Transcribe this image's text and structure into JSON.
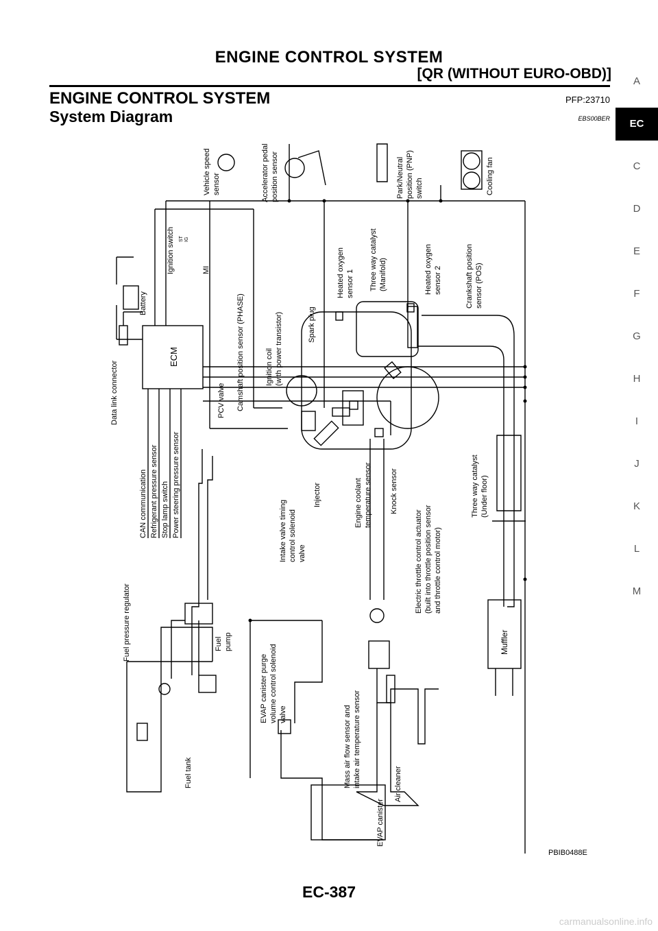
{
  "header": {
    "title": "ENGINE CONTROL SYSTEM",
    "subtitle": "[QR (WITHOUT EURO-OBD)]"
  },
  "section": {
    "title": "ENGINE CONTROL SYSTEM",
    "pfp": "PFP:23710",
    "subtitle": "System Diagram",
    "code": "EBS00BER"
  },
  "side_index": [
    "A",
    "EC",
    "C",
    "D",
    "E",
    "F",
    "G",
    "H",
    "I",
    "J",
    "K",
    "L",
    "M"
  ],
  "diagram": {
    "labels": {
      "vehicle_speed_sensor": [
        "Vehicle speed",
        "sensor"
      ],
      "accelerator_pedal": [
        "Accelerator pedal",
        "position sensor"
      ],
      "park_neutral": [
        "Park/Neutral",
        "position (PNP)",
        "switch"
      ],
      "cooling_fan": "Cooling fan",
      "ignition_switch": "Ignition switch",
      "ignition_st": "ST",
      "ignition_ig": "IG",
      "mi": "MI",
      "battery": "Battery",
      "data_link": "Data link connector",
      "ecm": "ECM",
      "heated_o2_1": [
        "Heated oxygen",
        "sensor 1"
      ],
      "three_way_manifold": [
        "Three way catalyst",
        "(Manifold)"
      ],
      "heated_o2_2": [
        "Heated oxygen",
        "sensor 2"
      ],
      "crankshaft_pos": [
        "Crankshaft position",
        "sensor (POS)"
      ],
      "camshaft_pos": "Camshaft position sensor (PHASE)",
      "ignition_coil": [
        "Ignition coil",
        "(with power transistor)"
      ],
      "spark_plug": "Spark plug",
      "pcv_valve": "PCV valve",
      "can": "CAN communication",
      "refrigerant": "Refrigerant pressure sensor",
      "stop_lamp": "Stop lamp switch",
      "power_steering": "Power steering pressure sensor",
      "intake_valve_timing": [
        "Intake valve timing",
        "control solenoid",
        "valve"
      ],
      "injector": "Injector",
      "engine_coolant": [
        "Engine coolant",
        "temperature sensor"
      ],
      "knock_sensor": "Knock sensor",
      "electric_throttle": [
        "Electric throttle control actuator",
        "(built into throttle position sensor",
        "and throttle control motor)"
      ],
      "three_way_underfloor": [
        "Three way catalyst",
        "(Under floor)"
      ],
      "muffler": "Muffler",
      "fuel_pressure_reg": "Fuel pressure regulator",
      "fuel_pump": [
        "Fuel",
        "pump"
      ],
      "evap_purge": [
        "EVAP canister purge",
        "volume control solenoid",
        "valve"
      ],
      "fuel_tank": "Fuel tank",
      "mass_air_flow": [
        "Mass air flow sensor and",
        "intake air temperature sensor"
      ],
      "air_cleaner": "Air cleaner",
      "evap_canister": "EVAP canister"
    },
    "figure_code": "PBIB0488E"
  },
  "footer": {
    "page": "EC-387",
    "watermark": "carmanualsonline.info"
  }
}
